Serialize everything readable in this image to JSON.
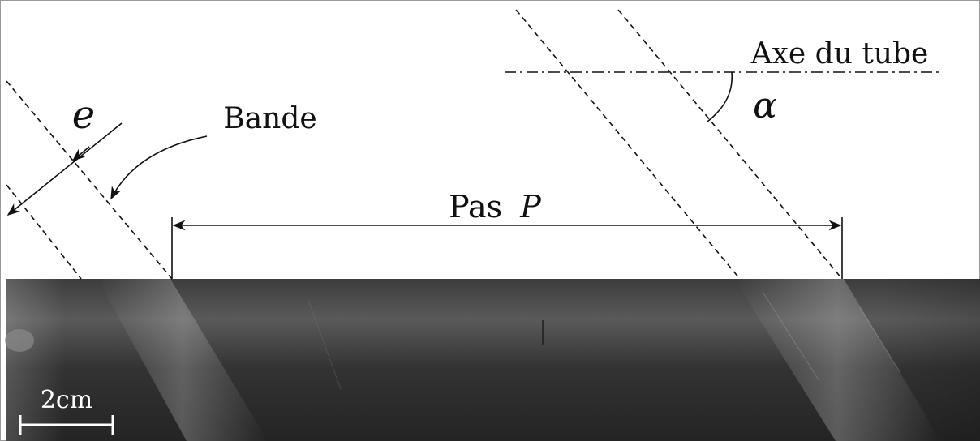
{
  "labels": {
    "axis": "Axe du tube",
    "angle": "α",
    "thickness": "e",
    "band": "Bande",
    "pitch_word": "Pas",
    "pitch_symbol": "P",
    "scale": "2cm"
  },
  "colors": {
    "background": "#ffffff",
    "ink": "#111111",
    "photo_dark": "#2a2a2a",
    "photo_mid": "#555555",
    "band_highlight": "#9a9a9a"
  }
}
